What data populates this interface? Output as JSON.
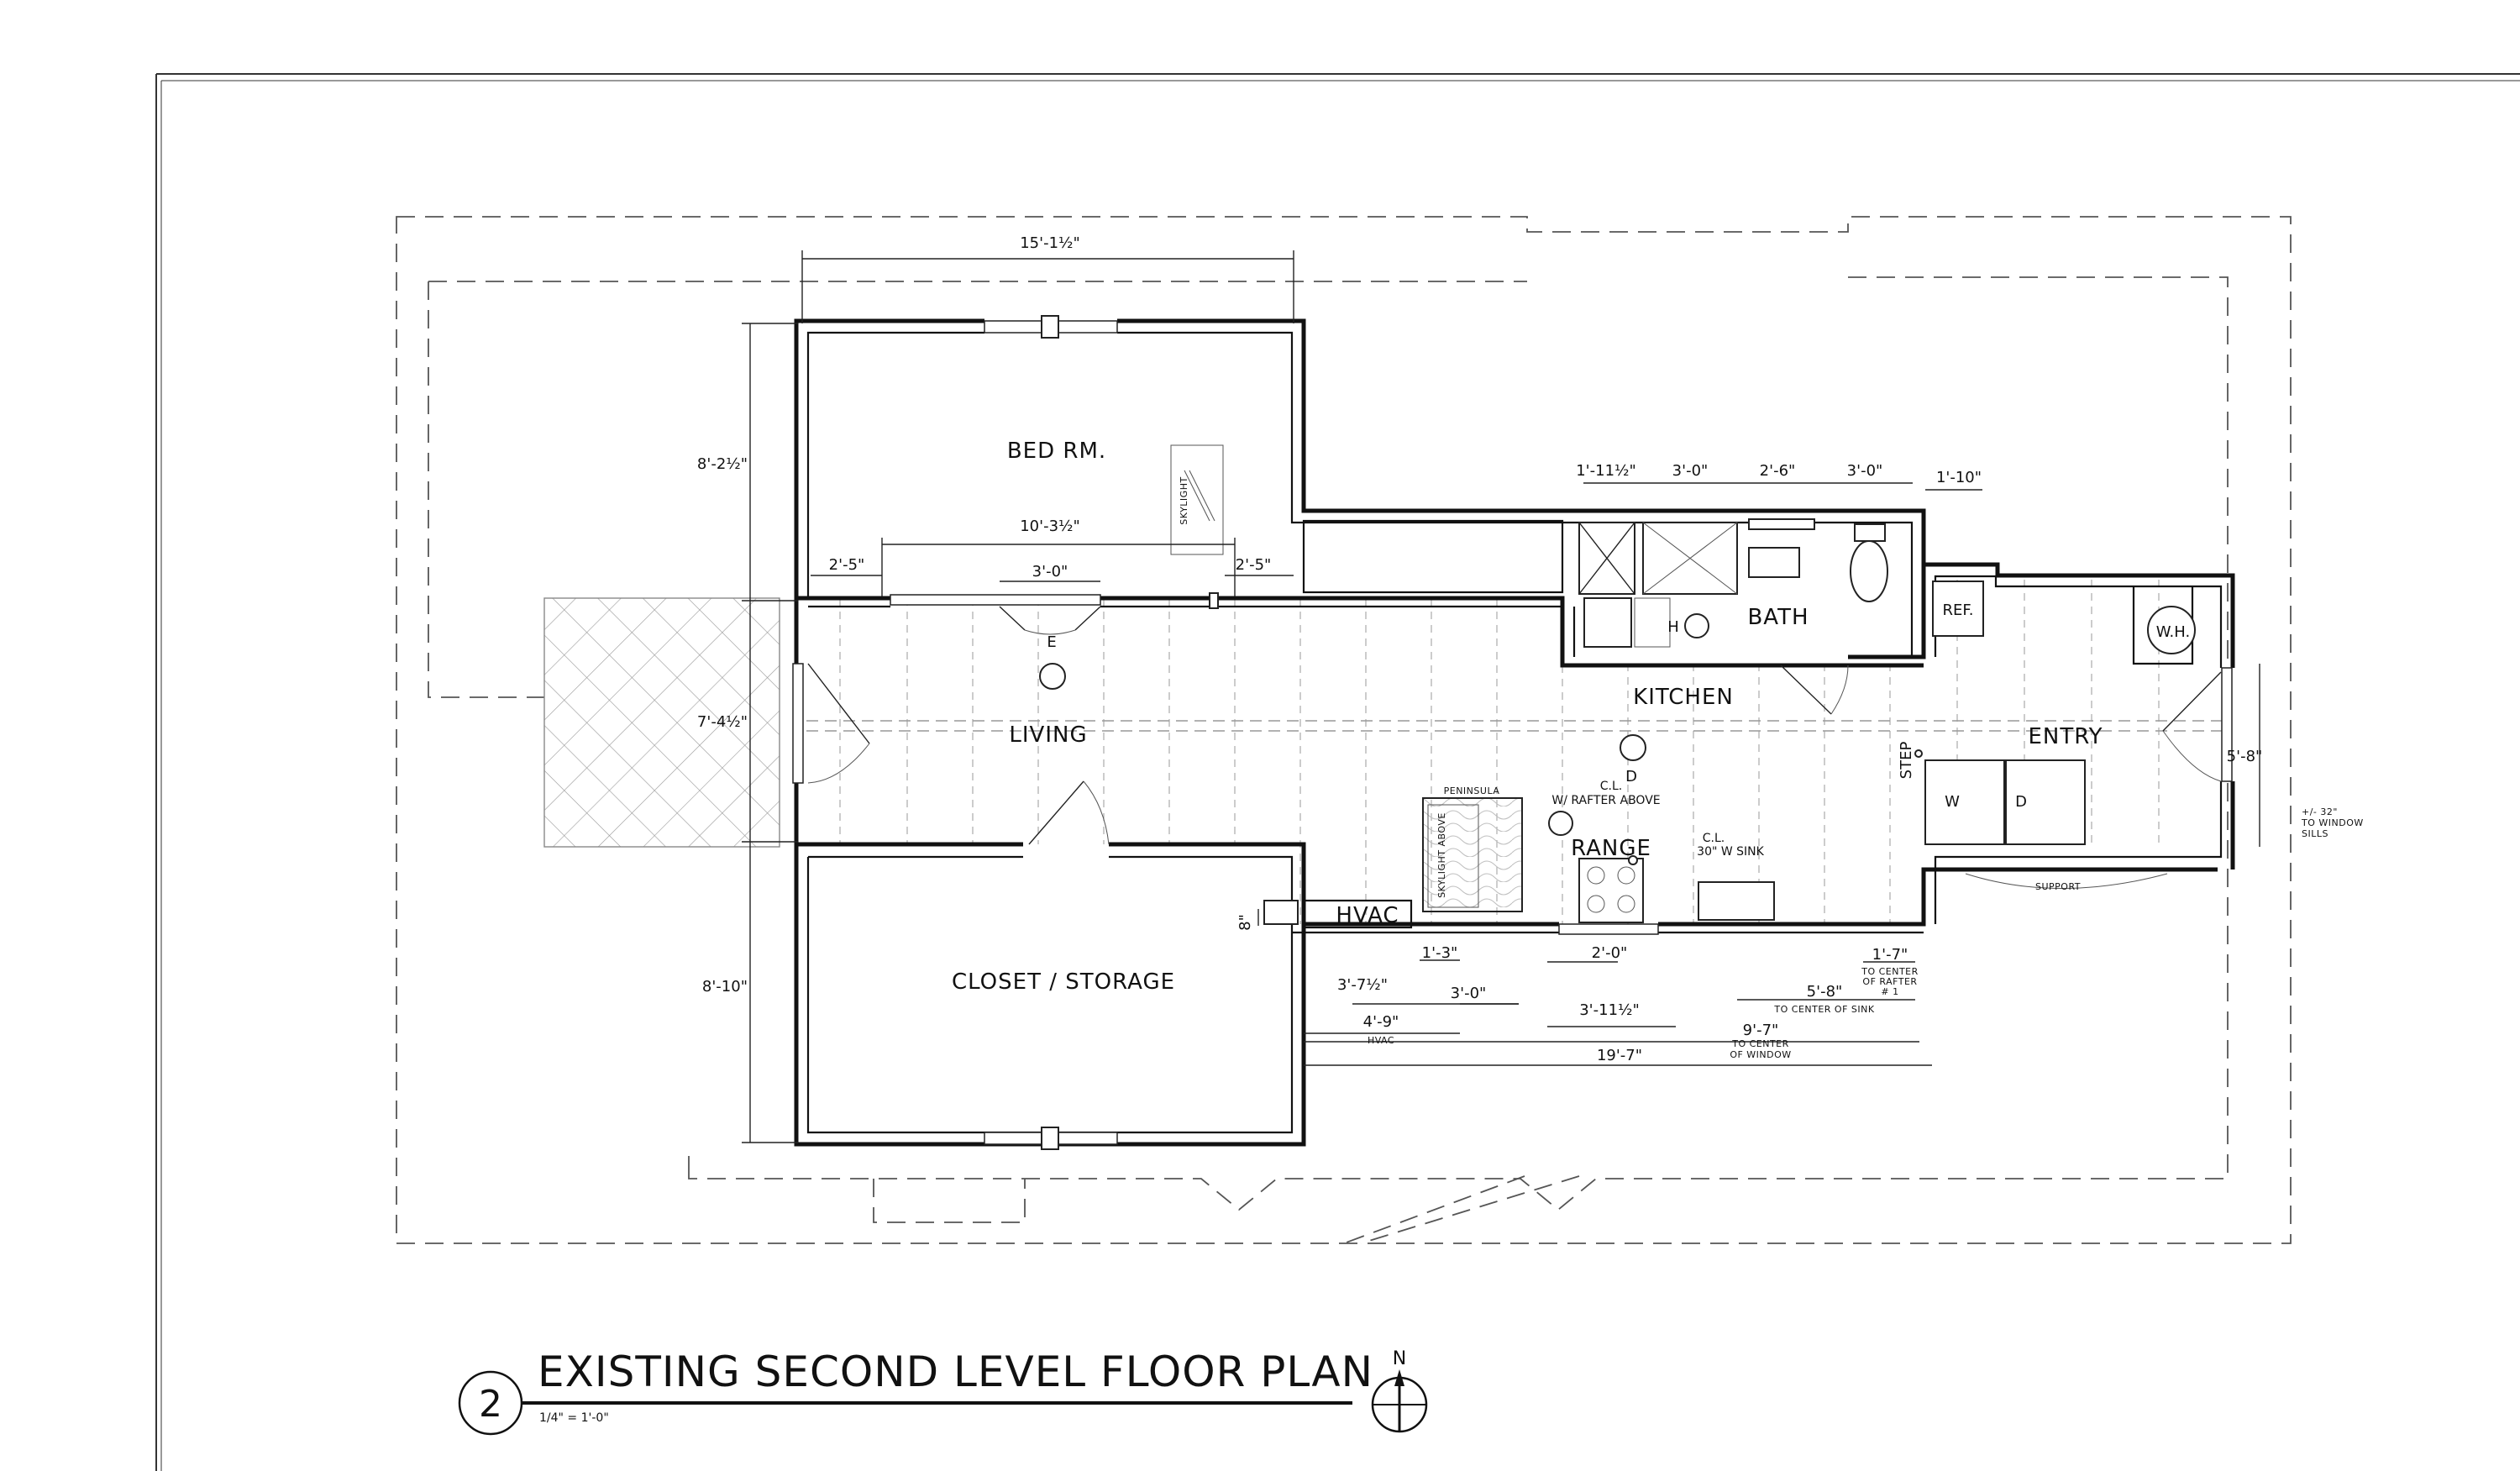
{
  "plan": {
    "title": "EXISTING SECOND LEVEL FLOOR PLAN",
    "scale": "1/4\" = 1'-0\"",
    "number": "2",
    "north": "N"
  },
  "rooms": {
    "bedroom": "BED RM.",
    "living": "LIVING",
    "closet": "CLOSET / STORAGE",
    "kitchen": "KITCHEN",
    "bath": "BATH",
    "entry": "ENTRY",
    "ref": "REF.",
    "wh": "W.H.",
    "hvac": "HVAC",
    "range": "RANGE",
    "step": "STEP",
    "washer": "W",
    "dryer": "D",
    "peninsula": "PENINSULA",
    "skylight": "SKYLIGHT",
    "skylight_above": "SKYLIGHT ABOVE",
    "support": "SUPPORT",
    "light_e": "E",
    "light_d": "D",
    "light_h": "H",
    "cl1": "C.L.",
    "cl1b": "W/ RAFTER ABOVE",
    "cl2": "C.L.",
    "cl2b": "30\" W SINK"
  },
  "dims": {
    "top": "15'-1½\"",
    "bed_h": "8'-2½\"",
    "bed_inner": "10'-3½\"",
    "left_25a": "2'-5\"",
    "right_25b": "2'-5\"",
    "door_30": "3'-0\"",
    "liv_h": "7'-4½\"",
    "clo_h": "8'-10\"",
    "b1": "1'-11½\"",
    "b2": "3'-0\"",
    "b3": "2'-6\"",
    "b4": "3'-0\"",
    "b5": "1'-10\"",
    "entry_h": "5'-8\"",
    "sill": "+/- 32\"",
    "sill2": "TO WINDOW",
    "sill3": "SILLS",
    "h8": "8\"",
    "k13": "1'-3\"",
    "k37": "3'-7½\"",
    "k30": "3'-0\"",
    "k49": "4'-9\"",
    "k49b": "HVAC",
    "k20": "2'-0\"",
    "k311": "3'-11½\"",
    "k17": "1'-7\"",
    "k17b": "TO CENTER",
    "k17c": "OF RAFTER",
    "k17d": "# 1",
    "k58": "5'-8\"",
    "k58b": "TO CENTER OF SINK",
    "k97": "9'-7\"",
    "k97b": "TO CENTER",
    "k97c": "OF WINDOW",
    "k197": "19'-7\""
  }
}
